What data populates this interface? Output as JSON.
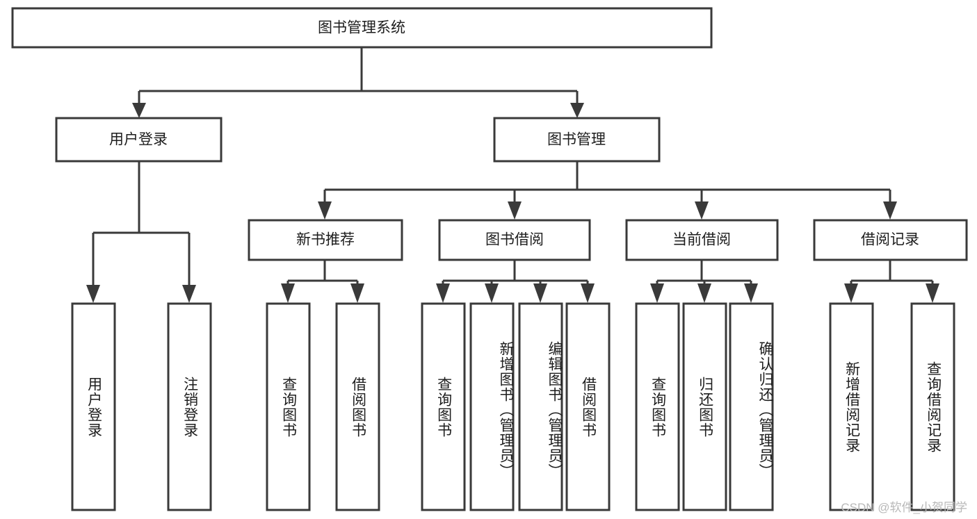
{
  "diagram": {
    "title": "图书管理系统",
    "type": "tree",
    "watermark": "CSDN @软件_小贺同学",
    "root": {
      "id": "root",
      "label": "图书管理系统",
      "orientation": "horizontal"
    },
    "level2": [
      {
        "id": "user-login",
        "label": "用户登录",
        "orientation": "horizontal"
      },
      {
        "id": "book-manage",
        "label": "图书管理",
        "orientation": "horizontal"
      }
    ],
    "level3": [
      {
        "id": "new-book-rec",
        "label": "新书推荐",
        "orientation": "horizontal",
        "parent": "book-manage"
      },
      {
        "id": "book-borrow",
        "label": "图书借阅",
        "orientation": "horizontal",
        "parent": "book-manage"
      },
      {
        "id": "current-borrow",
        "label": "当前借阅",
        "orientation": "horizontal",
        "parent": "book-manage"
      },
      {
        "id": "borrow-record",
        "label": "借阅记录",
        "orientation": "horizontal",
        "parent": "book-manage"
      }
    ],
    "leaves": [
      {
        "id": "leaf-user-login",
        "label": "用户登录",
        "orientation": "vertical",
        "parent": "user-login"
      },
      {
        "id": "leaf-logout",
        "label": "注销登录",
        "orientation": "vertical",
        "parent": "user-login"
      },
      {
        "id": "leaf-query-book-1",
        "label": "查询图书",
        "orientation": "vertical",
        "parent": "new-book-rec"
      },
      {
        "id": "leaf-borrow-book-1",
        "label": "借阅图书",
        "orientation": "vertical",
        "parent": "new-book-rec"
      },
      {
        "id": "leaf-query-book-2",
        "label": "查询图书",
        "orientation": "vertical",
        "parent": "book-borrow"
      },
      {
        "id": "leaf-add-book",
        "label": "新增图书（管理员）",
        "orientation": "vertical",
        "parent": "book-borrow"
      },
      {
        "id": "leaf-edit-book",
        "label": "编辑图书（管理员）",
        "orientation": "vertical",
        "parent": "book-borrow"
      },
      {
        "id": "leaf-borrow-book-2",
        "label": "借阅图书",
        "orientation": "vertical",
        "parent": "book-borrow"
      },
      {
        "id": "leaf-query-book-3",
        "label": "查询图书",
        "orientation": "vertical",
        "parent": "current-borrow"
      },
      {
        "id": "leaf-return-book",
        "label": "归还图书",
        "orientation": "vertical",
        "parent": "current-borrow"
      },
      {
        "id": "leaf-confirm-return",
        "label": "确认归还（管理员）",
        "orientation": "vertical",
        "parent": "current-borrow"
      },
      {
        "id": "leaf-add-record",
        "label": "新增借阅记录",
        "orientation": "vertical",
        "parent": "borrow-record"
      },
      {
        "id": "leaf-query-record",
        "label": "查询借阅记录",
        "orientation": "vertical",
        "parent": "borrow-record"
      }
    ],
    "colors": {
      "box_stroke": "#3a3a3a",
      "box_fill": "#ffffff",
      "text": "#1d1d1d",
      "background": "#ffffff",
      "watermark": "#b8b8b8"
    }
  }
}
